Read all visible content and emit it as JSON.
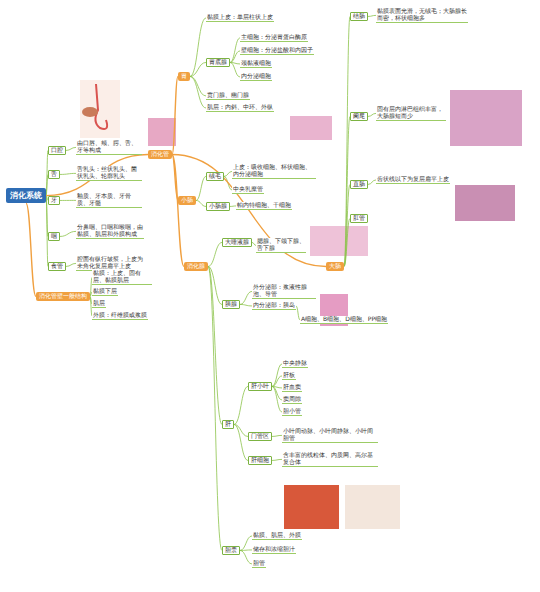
{
  "diagram": {
    "nodes": [
      {
        "text": [
          "消化系统"
        ]
      },
      {
        "text": [
          "口腔"
        ]
      },
      {
        "text": [
          "由口唇、颊、腭、舌、牙等构成"
        ]
      },
      {
        "text": [
          "舌"
        ]
      },
      {
        "text": [
          "舌乳头：丝状乳头、菌状乳头、轮廓乳头"
        ]
      },
      {
        "text": [
          "牙"
        ]
      },
      {
        "text": [
          "釉质、牙本质、牙骨质、牙髓"
        ]
      },
      {
        "text": [
          "咽"
        ]
      },
      {
        "text": [
          "分鼻咽、口咽和喉咽，由黏膜、肌层和外膜构成"
        ]
      },
      {
        "text": [
          "食管"
        ]
      },
      {
        "text": [
          "腔面有纵行皱襞，上皮为未角化复层扁平上皮"
        ]
      },
      {
        "text": [
          "消化管壁一般结构"
        ]
      },
      {
        "text": [
          "黏膜：上皮、固有层、黏膜肌层"
        ]
      },
      {
        "text": [
          "黏膜下层"
        ]
      },
      {
        "text": [
          "肌层"
        ]
      },
      {
        "text": [
          "外膜：纤维膜或浆膜"
        ]
      },
      {
        "text": [
          "消化管"
        ]
      },
      {
        "text": [
          "胃"
        ]
      },
      {
        "text": [
          "黏膜上皮：单层柱状上皮"
        ]
      },
      {
        "text": [
          "胃底腺"
        ]
      },
      {
        "text": [
          "主细胞：分泌胃蛋白酶原"
        ]
      },
      {
        "text": [
          "壁细胞：分泌盐酸和内因子"
        ]
      },
      {
        "text": [
          "颈黏液细胞"
        ]
      },
      {
        "text": [
          "内分泌细胞"
        ]
      },
      {
        "text": [
          "贲门腺、幽门腺"
        ]
      },
      {
        "text": [
          "肌层：内斜、中环、外纵"
        ]
      },
      {
        "text": [
          "小肠"
        ]
      },
      {
        "text": [
          "绒毛"
        ]
      },
      {
        "text": [
          "上皮：吸收细胞、杯状细胞、内分泌细胞"
        ]
      },
      {
        "text": [
          "中央乳糜管"
        ]
      },
      {
        "text": [
          "小肠腺"
        ]
      },
      {
        "text": [
          "帕内特细胞、干细胞"
        ]
      },
      {
        "text": [
          "大肠"
        ]
      },
      {
        "text": [
          "结肠"
        ]
      },
      {
        "text": [
          "黏膜表面光滑，无绒毛；大肠腺长而密，杯状细胞多"
        ]
      },
      {
        "text": [
          "阑尾"
        ]
      },
      {
        "text": [
          "固有层内淋巴组织丰富，大肠腺短而少"
        ]
      },
      {
        "text": [
          "直肠"
        ]
      },
      {
        "text": [
          "齿状线以下为复层扁平上皮"
        ]
      },
      {
        "text": [
          "肛管"
        ]
      },
      {
        "text": [
          "消化腺"
        ]
      },
      {
        "text": [
          "大唾液腺"
        ]
      },
      {
        "text": [
          "腮腺、下颌下腺、舌下腺"
        ]
      },
      {
        "text": [
          "胰腺"
        ]
      },
      {
        "text": [
          "外分泌部：浆液性腺泡、导管"
        ]
      },
      {
        "text": [
          "内分泌部：胰岛"
        ]
      },
      {
        "text": [
          "A细胞、B细胞、D细胞、PP细胞"
        ]
      },
      {
        "text": [
          "肝"
        ]
      },
      {
        "text": [
          "肝小叶"
        ]
      },
      {
        "text": [
          "中央静脉"
        ]
      },
      {
        "text": [
          "肝板"
        ]
      },
      {
        "text": [
          "肝血窦"
        ]
      },
      {
        "text": [
          "窦周隙"
        ]
      },
      {
        "text": [
          "胆小管"
        ]
      },
      {
        "text": [
          "门管区"
        ]
      },
      {
        "text": [
          "小叶间动脉、小叶间静脉、小叶间胆管"
        ]
      },
      {
        "text": [
          "肝细胞"
        ]
      },
      {
        "text": [
          "含丰富的线粒体、内质网、高尔基复合体"
        ]
      },
      {
        "text": [
          "胆囊"
        ]
      },
      {
        "text": [
          "黏膜、肌层、外膜"
        ]
      },
      {
        "text": [
          "储存和浓缩胆汁"
        ]
      },
      {
        "text": [
          "胆管"
        ]
      }
    ],
    "edges": [
      {
        "from": 0,
        "to": 1,
        "arrow": "none"
      },
      {
        "from": 0,
        "to": 3,
        "arrow": "none"
      },
      {
        "from": 0,
        "to": 5,
        "arrow": "none"
      },
      {
        "from": 0,
        "to": 7,
        "arrow": "none"
      },
      {
        "from": 0,
        "to": 9,
        "arrow": "none"
      },
      {
        "from": 1,
        "to": 2,
        "arrow": "none"
      },
      {
        "from": 3,
        "to": 4,
        "arrow": "none"
      },
      {
        "from": 5,
        "to": 6,
        "arrow": "none"
      },
      {
        "from": 7,
        "to": 8,
        "arrow": "none"
      },
      {
        "from": 9,
        "to": 10,
        "arrow": "none"
      },
      {
        "from": 0,
        "to": 11,
        "arrow": "none"
      },
      {
        "from": 11,
        "to": 12,
        "arrow": "none"
      },
      {
        "from": 11,
        "to": 13,
        "arrow": "none"
      },
      {
        "from": 11,
        "to": 14,
        "arrow": "none"
      },
      {
        "from": 11,
        "to": 15,
        "arrow": "none"
      },
      {
        "from": 0,
        "to": 16,
        "arrow": "none"
      },
      {
        "from": 16,
        "to": 17,
        "arrow": "none"
      },
      {
        "from": 17,
        "to": 18,
        "arrow": "none"
      },
      {
        "from": 17,
        "to": 19,
        "arrow": "none"
      },
      {
        "from": 19,
        "to": 20,
        "arrow": "none"
      },
      {
        "from": 19,
        "to": 21,
        "arrow": "none"
      },
      {
        "from": 19,
        "to": 22,
        "arrow": "none"
      },
      {
        "from": 19,
        "to": 23,
        "arrow": "none"
      },
      {
        "from": 17,
        "to": 24,
        "arrow": "none"
      },
      {
        "from": 17,
        "to": 25,
        "arrow": "none"
      },
      {
        "from": 16,
        "to": 26,
        "arrow": "none"
      },
      {
        "from": 26,
        "to": 27,
        "arrow": "none"
      },
      {
        "from": 27,
        "to": 28,
        "arrow": "none"
      },
      {
        "from": 27,
        "to": 29,
        "arrow": "none"
      },
      {
        "from": 26,
        "to": 30,
        "arrow": "none"
      },
      {
        "from": 30,
        "to": 31,
        "arrow": "none"
      },
      {
        "from": 16,
        "to": 32,
        "arrow": "none"
      },
      {
        "from": 32,
        "to": 33,
        "arrow": "none"
      },
      {
        "from": 33,
        "to": 34,
        "arrow": "none"
      },
      {
        "from": 32,
        "to": 35,
        "arrow": "none"
      },
      {
        "from": 35,
        "to": 36,
        "arrow": "none"
      },
      {
        "from": 32,
        "to": 37,
        "arrow": "none"
      },
      {
        "from": 37,
        "to": 38,
        "arrow": "none"
      },
      {
        "from": 32,
        "to": 39,
        "arrow": "none"
      },
      {
        "from": 16,
        "to": 40,
        "arrow": "none"
      },
      {
        "from": 40,
        "to": 41,
        "arrow": "none"
      },
      {
        "from": 41,
        "to": 42,
        "arrow": "none"
      },
      {
        "from": 40,
        "to": 43,
        "arrow": "none"
      },
      {
        "from": 43,
        "to": 44,
        "arrow": "none"
      },
      {
        "from": 43,
        "to": 45,
        "arrow": "none"
      },
      {
        "from": 45,
        "to": 46,
        "arrow": "none"
      },
      {
        "from": 40,
        "to": 47,
        "arrow": "none"
      },
      {
        "from": 47,
        "to": 48,
        "arrow": "none"
      },
      {
        "from": 48,
        "to": 49,
        "arrow": "none"
      },
      {
        "from": 48,
        "to": 50,
        "arrow": "none"
      },
      {
        "from": 48,
        "to": 51,
        "arrow": "none"
      },
      {
        "from": 48,
        "to": 52,
        "arrow": "none"
      },
      {
        "from": 48,
        "to": 53,
        "arrow": "none"
      },
      {
        "from": 47,
        "to": 54,
        "arrow": "none"
      },
      {
        "from": 54,
        "to": 55,
        "arrow": "none"
      },
      {
        "from": 47,
        "to": 56,
        "arrow": "none"
      },
      {
        "from": 56,
        "to": 57,
        "arrow": "none"
      },
      {
        "from": 40,
        "to": 58,
        "arrow": "none"
      },
      {
        "from": 58,
        "to": 59,
        "arrow": "none"
      },
      {
        "from": 58,
        "to": 60,
        "arrow": "none"
      },
      {
        "from": 58,
        "to": 61,
        "arrow": "none"
      }
    ]
  }
}
